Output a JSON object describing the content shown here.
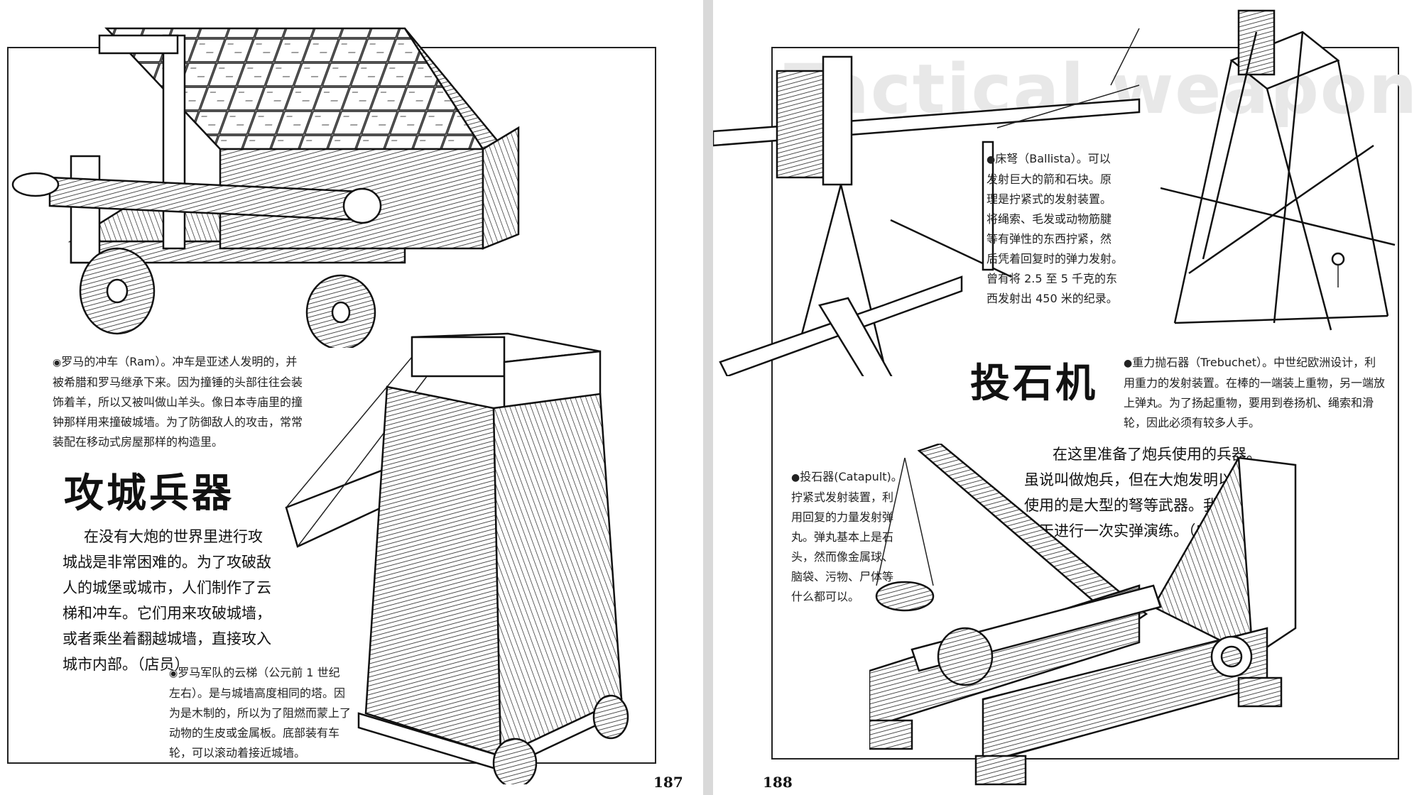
{
  "left_page": {
    "ram_caption": "罗马的冲车（Ram）。冲车是亚述人发明的，并被希腊和罗马继承下来。因为撞锤的头部往往会装饰着羊，所以又被叫做山羊头。像日本寺庙里的撞钟那样用来撞破城墙。为了防御敌人的攻击，常常装配在移动式房屋那样的构造里。",
    "ram_caption_lines": [
      "罗马的冲车（Ram）。冲车是亚述人发明的，并",
      "被希腊和罗马继承下来。因为撞锤的头部往往会装",
      "饰着羊，所以又被叫做山羊头。像日本寺庙里的撞",
      "钟那样用来撞破城墙。为了防御敌人的攻击，常常",
      "装配在移动式房屋那样的构造里。"
    ],
    "title": "攻城兵器",
    "body_lines": [
      "在没有大炮的世界里进行攻",
      "城战是非常困难的。为了攻破敌",
      "人的城堡或城市，人们制作了云",
      "梯和冲车。它们用来攻破城墙，",
      "或者乘坐着翻越城墙，直接攻入",
      "城市内部。（店员）"
    ],
    "tower_caption_lines": [
      "罗马军队的云梯（公元前 1 世纪",
      "左右）。是与城墙高度相同的塔。因",
      "为是木制的，所以为了阻燃而蒙上了",
      "动物的生皮或金属板。底部装有车",
      "轮，可以滚动着接近城墙。"
    ],
    "page_number": "187"
  },
  "right_page": {
    "watermark": "Tactical weapon",
    "ballista_caption_lines": [
      "床弩（Ballista）。可以",
      "发射巨大的箭和石块。原",
      "理是拧紧式的发射装置。",
      "将绳索、毛发或动物筋腱",
      "等有弹性的东西拧紧，然",
      "后凭着回复时的弹力发射。",
      "曾有将 2.5 至 5 千克的东",
      "西发射出 450 米的纪录。"
    ],
    "title": "投石机",
    "trebuchet_caption_lines": [
      "重力抛石器（Trebuchet）。中世纪欧洲设计，利",
      "用重力的发射装置。在棒的一端装上重物，另一端放",
      "上弹丸。为了扬起重物，要用到卷扬机、绳索和滑",
      "轮，因此必须有较多人手。"
    ],
    "body_lines": [
      "在这里准备了炮兵使用的兵器。",
      "虽说叫做炮兵，但在大炮发明以前，",
      "使用的是大型的弩等武器。我们会",
      "每天进行一次实弹演练。（店主）"
    ],
    "catapult_caption_lines": [
      "投石器(Catapult)。",
      "拧紧式发射装置，利",
      "用回复的力量发射弹",
      "丸。弹丸基本上是石",
      "头，然而像金属球、",
      "脑袋、污物、尸体等",
      "什么都可以。"
    ],
    "page_number": "188"
  },
  "colors": {
    "ink": "#111111",
    "paper": "#ffffff",
    "gutter": "#d9d9d9"
  }
}
